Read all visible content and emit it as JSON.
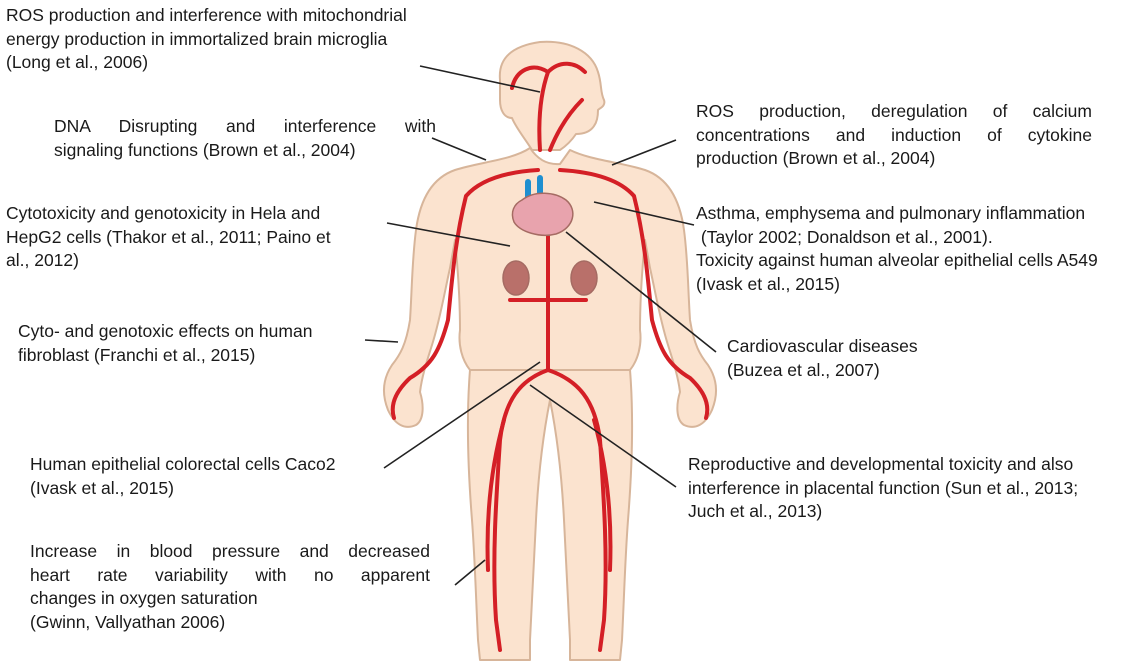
{
  "colors": {
    "skin": "#fbe3cf",
    "skin_outline": "#d7b59a",
    "artery": "#d41f26",
    "vein": "#1e8fd0",
    "heart": "#e8a3ad",
    "kidney": "#b9706a",
    "leader": "#222222",
    "text": "#1a1a1a"
  },
  "annotations": {
    "brain_microglia": [
      "ROS production and interference with mitochondrial",
      "energy production in  immortalized  brain microglia",
      "(Long et al., 2006)"
    ],
    "dna_disrupting": [
      "DNA  Disrupting  and  interference  with",
      "signaling functions (Brown et al., 2004)"
    ],
    "cytotoxicity_hela": [
      "Cytotoxicity and genotoxicity in Hela and",
      "HepG2 cells (Thakor et al., 2011; Paino et",
      "al., 2012)"
    ],
    "fibroblast": [
      "Cyto- and genotoxic effects on human",
      "fibroblast (Franchi et al., 2015)"
    ],
    "caco2": [
      "Human epithelial colorectal cells Caco2",
      "(Ivask et al., 2015)"
    ],
    "blood_pressure": [
      "Increase in blood pressure and decreased",
      "heart  rate  variability  with  no  apparent",
      "changes in oxygen saturation",
      "(Gwinn, Vallyathan 2006)"
    ],
    "calcium": [
      "ROS  production,  deregulation  of    calcium",
      "concentrations  and  induction  of   cytokine",
      "production (Brown et al., 2004)"
    ],
    "asthma": [
      "Asthma, emphysema and pulmonary inflammation",
      " (Taylor 2002; Donaldson et al., 2001).",
      "Toxicity against human alveolar epithelial cells A549",
      "(Ivask et al., 2015)"
    ],
    "cardiovascular": [
      "Cardiovascular diseases",
      "(Buzea et al., 2007)"
    ],
    "reproductive": [
      "Reproductive and developmental toxicity and also",
      "interference in placental function (Sun et al., 2013;",
      "Juch et al., 2013)"
    ]
  }
}
